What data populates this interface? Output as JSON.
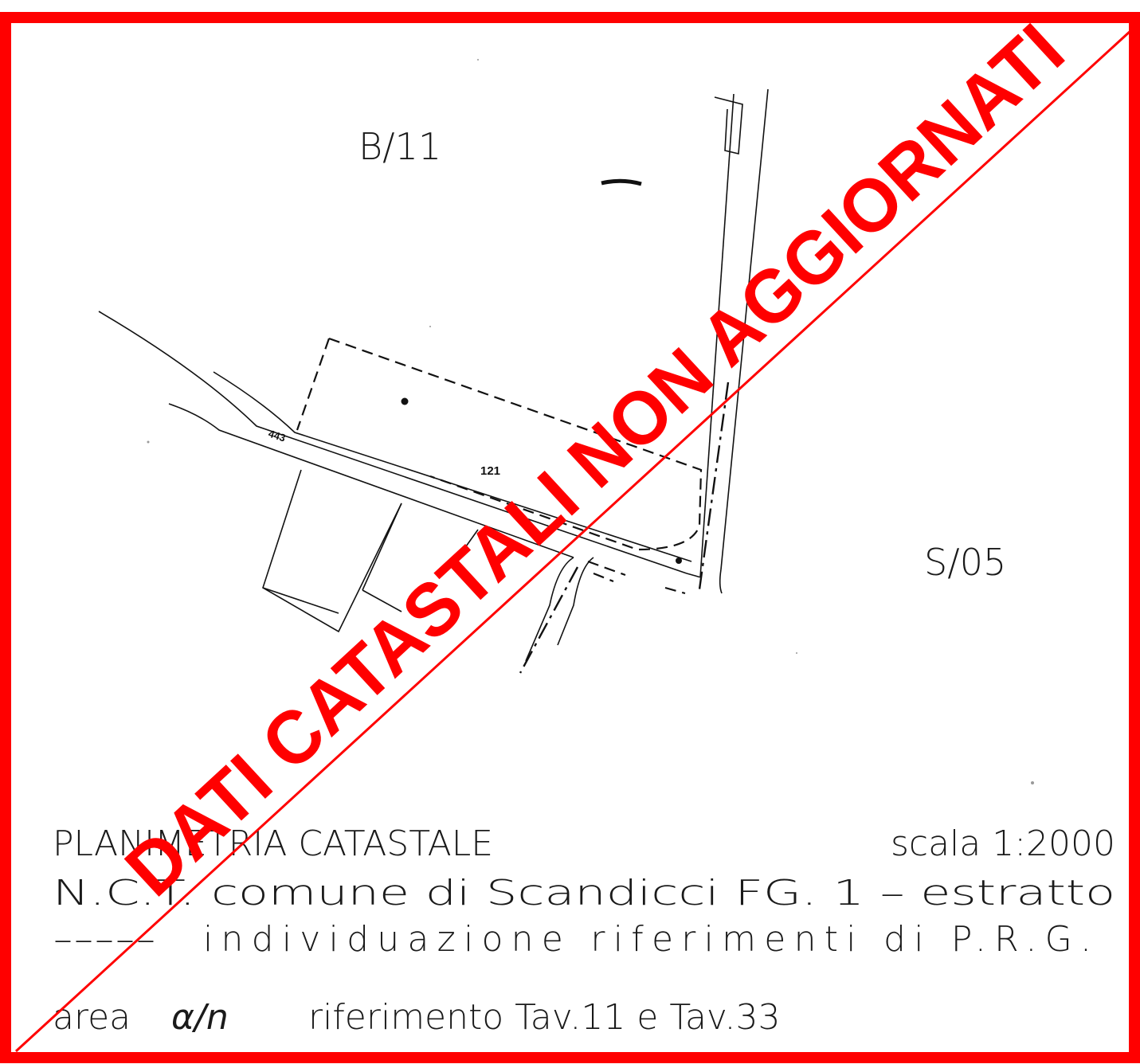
{
  "zones": {
    "b11": "B/11",
    "s05": "S/05"
  },
  "parcels": {
    "p121": "121",
    "p443": "443"
  },
  "legend": {
    "line1_left": "PLANIMETRIA CATASTALE",
    "line1_right": "scala 1:2000",
    "line2": "N.C.T. comune di Scandicci FG. 1 – estratto",
    "line3_symbol": "-----",
    "line3_text": "individuazione riferimenti di P.R.G.",
    "line4_prefix": "area",
    "line4_alpha": "α/n",
    "line4_text": "riferimento Tav.11 e Tav.33"
  },
  "stamp": {
    "text": "DATI CATASTALI NON AGGIORNATI",
    "color": "#ff0000"
  },
  "colors": {
    "frame": "#ff0000",
    "ink": "#111111"
  }
}
